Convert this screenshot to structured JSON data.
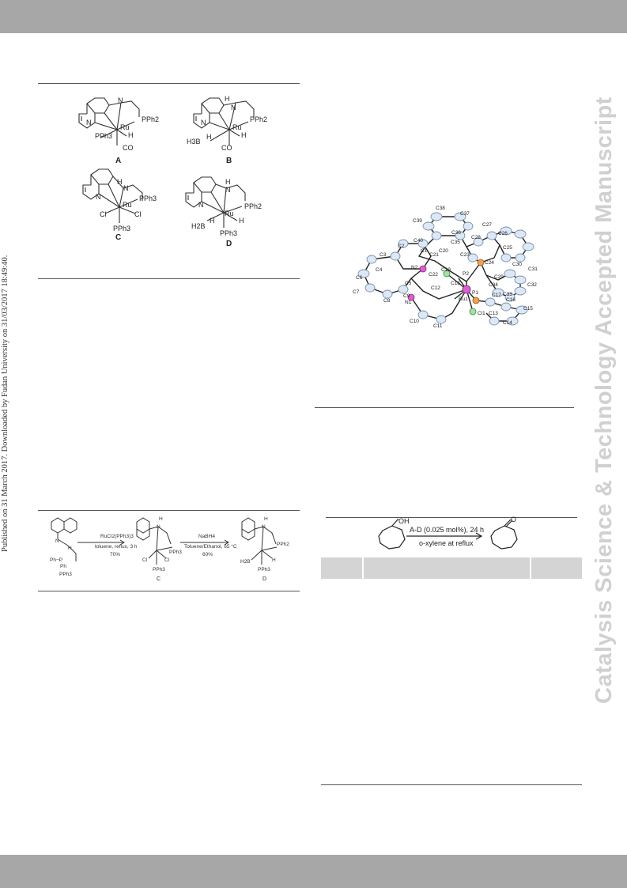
{
  "side_note": "Published on 31 March 2017. Downloaded by Fudan University on 31/03/2017 18:49:40.",
  "watermark": "Catalysis Science & Technology Accepted Manuscript",
  "figure1": {
    "labels": [
      "A",
      "B",
      "C",
      "D"
    ],
    "ligands": {
      "pph2": "PPh2",
      "pph3": "PPh3",
      "co": "CO",
      "h": "H",
      "h3b": "H3B",
      "h2b": "H2B",
      "cl": "Cl",
      "ru": "Ru",
      "n": "N"
    }
  },
  "figure2": {
    "atoms": [
      "C38",
      "C37",
      "C39",
      "C36",
      "C27",
      "C28",
      "C26",
      "C40",
      "C35",
      "C25",
      "C2",
      "C1",
      "C20",
      "C23",
      "C24",
      "C30",
      "C3",
      "C21",
      "C19",
      "P2",
      "C31",
      "C4",
      "N2",
      "C22",
      "C29",
      "C32",
      "C6",
      "C5",
      "C18",
      "C34",
      "C33",
      "C12",
      "P1",
      "C16",
      "C7",
      "C9",
      "Ru1",
      "C17",
      "C15",
      "C8",
      "N1",
      "C13",
      "C14",
      "C10",
      "C11",
      "Cl1"
    ]
  },
  "scheme": {
    "step1_top": "RuCl2(PPh3)3",
    "step1_bottom": "toluene, reflux, 3 h",
    "step1_yield": "70%",
    "step2_top": "NaBH4",
    "step2_bottom": "Toluene/Ethanol, 65 °C",
    "step2_yield": "60%",
    "labels": [
      "C",
      "D"
    ]
  },
  "table": {
    "reaction_top": "A-D (0.025 mol%), 24 h",
    "reaction_bottom": "o-xylene at reflux",
    "oh": "OH",
    "o": "O"
  }
}
